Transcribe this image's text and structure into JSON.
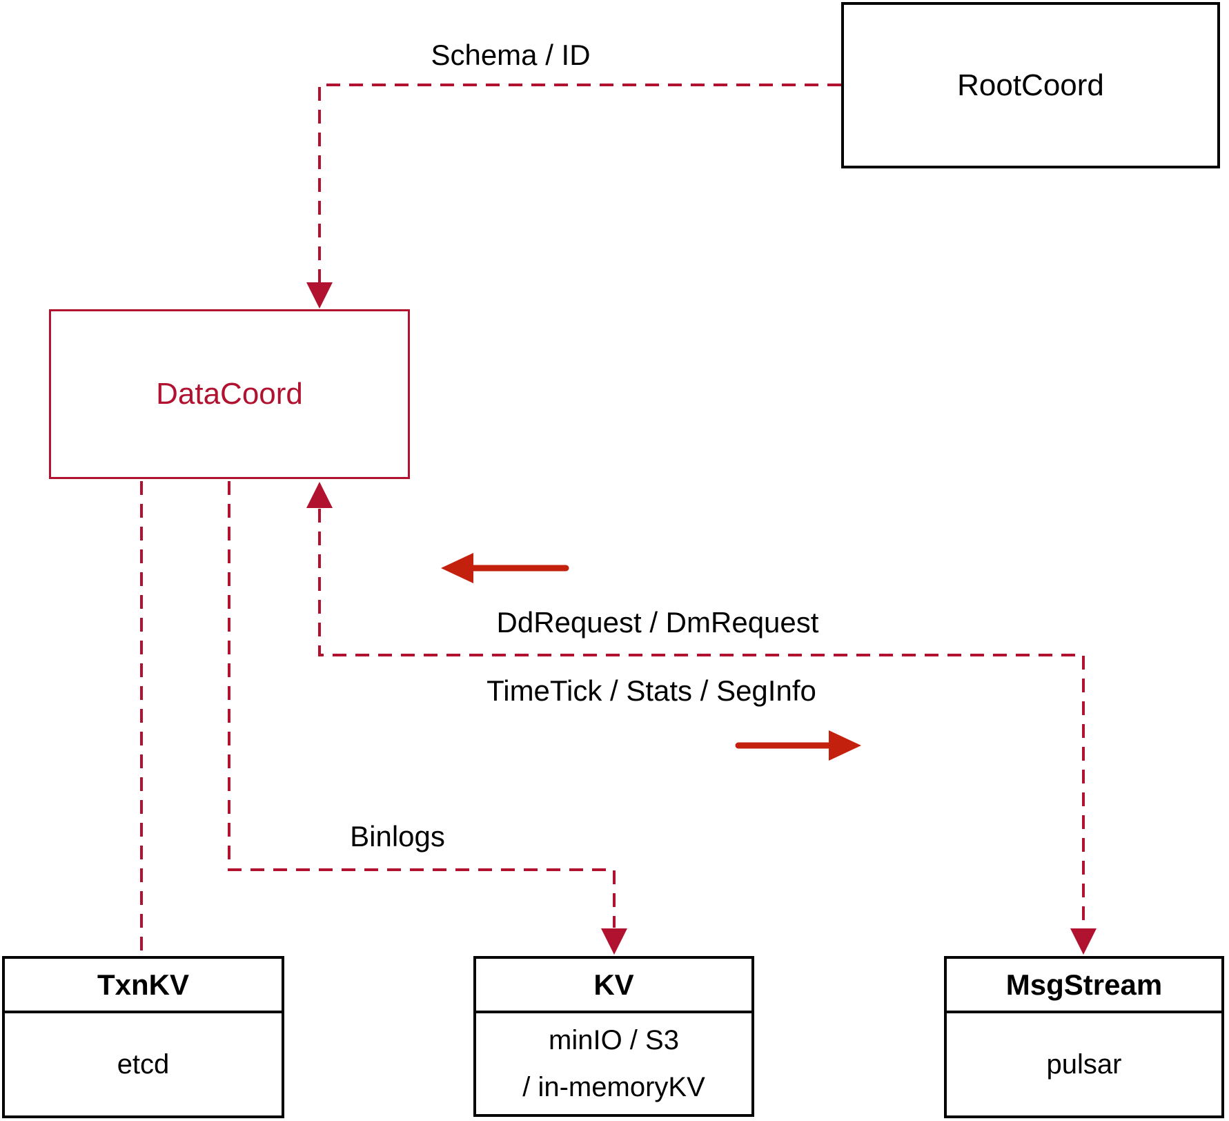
{
  "colors": {
    "crimson": "#b01230",
    "arrow_red": "#c4200e",
    "line_black": "#000000",
    "bg": "#ffffff"
  },
  "nodes": {
    "root_coord": {
      "label": "RootCoord"
    },
    "data_coord": {
      "label": "DataCoord"
    },
    "txn_kv": {
      "title": "TxnKV",
      "body": "etcd"
    },
    "kv": {
      "title": "KV",
      "body_line1": "minIO / S3",
      "body_line2": "/ in-memoryKV"
    },
    "msg_stream": {
      "title": "MsgStream",
      "body": "pulsar"
    }
  },
  "edge_labels": {
    "schema_id": "Schema / ID",
    "dd_request": "DdRequest / DmRequest",
    "time_tick": "TimeTick / Stats / SegInfo",
    "binlogs": "Binlogs"
  }
}
